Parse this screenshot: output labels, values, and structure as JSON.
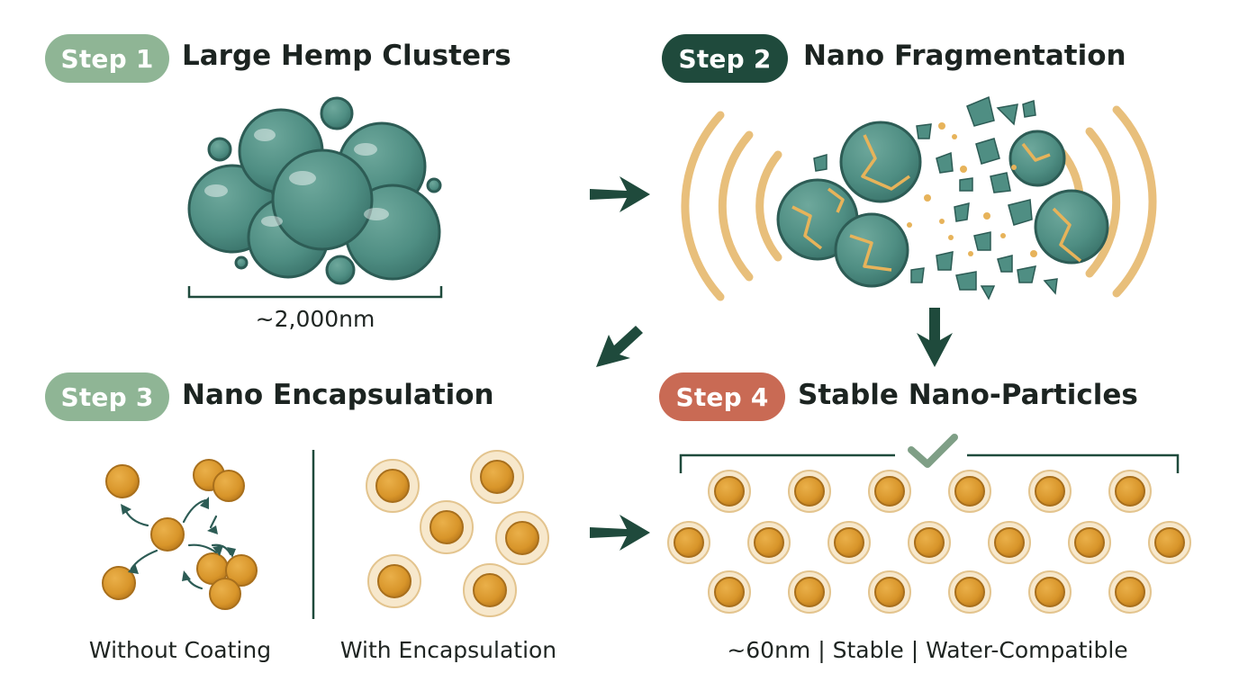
{
  "colors": {
    "step1_badge": "#8fb595",
    "step2_badge": "#1f4a3c",
    "step3_badge": "#8fb595",
    "step4_badge": "#c96a54",
    "hemp_teal": "#4e8f84",
    "hemp_outline": "#2d5c55",
    "gold": "#d99a2b",
    "wave": "#e5b465",
    "arrow": "#1f4a3c",
    "check": "#7f9f86"
  },
  "steps": [
    {
      "badge": "Step 1",
      "title": "Large Hemp Clusters",
      "caption": "~2,000nm"
    },
    {
      "badge": "Step 2",
      "title": "Nano Fragmentation"
    },
    {
      "badge": "Step 3",
      "title": "Nano Encapsulation",
      "caption_left": "Without Coating",
      "caption_right": "With Encapsulation"
    },
    {
      "badge": "Step 4",
      "title": "Stable Nano-Particles",
      "caption": "~60nm | Stable | Water-Compatible"
    }
  ],
  "icons": {
    "flow_arrows": "arrow-icon",
    "checkmark": "check-icon"
  }
}
